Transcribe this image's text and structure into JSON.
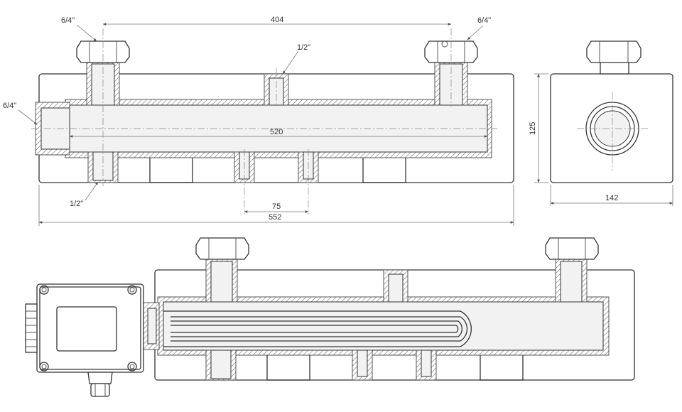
{
  "dimensions": {
    "top_width": "404",
    "inner_length": "520",
    "total_length": "552",
    "spacing": "75",
    "side_height": "125",
    "side_width": "142"
  },
  "thread_labels": {
    "top_left": "6/4\"",
    "top_right": "6/4\"",
    "side_left": "6/4\"",
    "top_middle": "1/2\"",
    "bottom_left": "1/2\""
  }
}
